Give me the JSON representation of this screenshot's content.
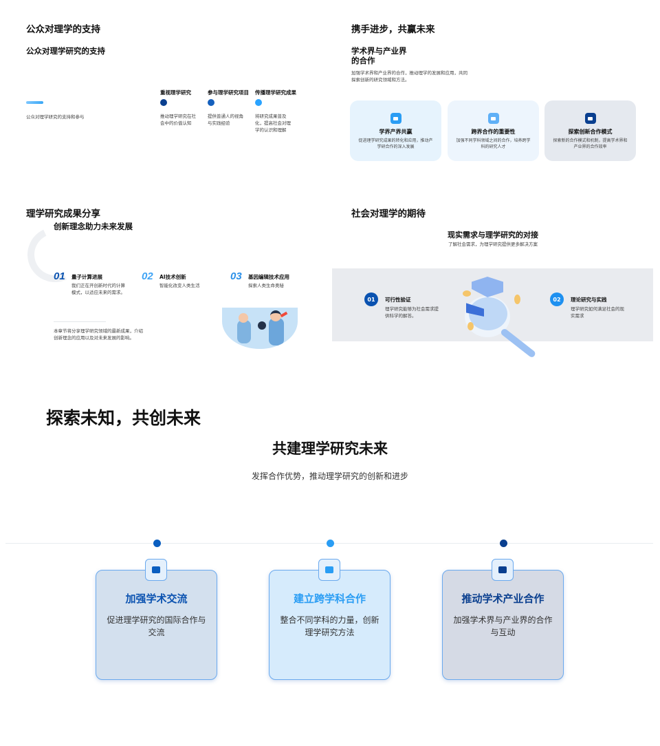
{
  "q1": {
    "title": "公众对理学的支持",
    "subtitle": "公众对理学研究的支持",
    "desc": "公众对理学研究的支持和参与",
    "columns": [
      {
        "title": "重视理学研究",
        "text": "推动理学研究在社会中的价值认知",
        "color": "#0a3f8f"
      },
      {
        "title": "参与理学研究项目",
        "text": "提供普通人的视角与实践经验",
        "color": "#1560bd"
      },
      {
        "title": "传播理学研究成果",
        "text": "将研究成果普及化，提高社会对理学的认识和理解",
        "color": "#2aa3ff"
      }
    ]
  },
  "q2": {
    "title": "携手进步，共赢未来",
    "heading": "学术界与产业界的合作",
    "desc": "加强学术界和产业界的合作，推动理学的发展和应用，共同探索创新的研究领域和方法。",
    "cards": [
      {
        "title": "学界产界共赢",
        "text": "促进理学研究成果的转化和应用，推动产学研合作的深入发展",
        "bg": "#e6f3fd",
        "icon": "chat-icon",
        "icon_color": "#2a9df4"
      },
      {
        "title": "跨界合作的重要性",
        "text": "加强不同学科领域之间的合作，培养跨学科的研究人才",
        "bg": "#edf5fd",
        "icon": "settings-icon",
        "icon_color": "#5fb0f7"
      },
      {
        "title": "探索创新合作模式",
        "text": "探索新的合作模式和机制，提高学术界和产业界的合作效率",
        "bg": "#e5e9ef",
        "icon": "message-icon",
        "icon_color": "#0a3f8f"
      }
    ]
  },
  "q3": {
    "title": "理学研究成果分享",
    "subtitle": "创新理念助力未来发展",
    "items": [
      {
        "num": "01",
        "title": "量子计算进展",
        "text": "我们正在开创新时代的计算模式，以适应未来的需求。",
        "color": "#0a52b0"
      },
      {
        "num": "02",
        "title": "AI技术创新",
        "text": "智能化改变人类生活",
        "color": "#3ea3f5"
      },
      {
        "num": "03",
        "title": "基因编辑技术应用",
        "text": "探索人类生命奥秘",
        "color": "#2a8fe8"
      }
    ],
    "note": "本章节将分享理学研究领域的最新成果，介绍创新理念的应用以及对未来发展的影响。"
  },
  "q4": {
    "title": "社会对理学的期待",
    "heading": "现实需求与理学研究的对接",
    "sub": "了解社会需求，为理学研究提供更多解决方案",
    "items": [
      {
        "num": "01",
        "title": "可行性验证",
        "text": "理学研究能够为社会需求提供科学的解答。",
        "color": "#0a52b0"
      },
      {
        "num": "02",
        "title": "理论研究与实践",
        "text": "理学研究如何满足社会的现实需求",
        "color": "#1e90f0"
      }
    ]
  },
  "bottom": {
    "title": "探索未知，共创未来",
    "heading": "共建理学研究未来",
    "sub": "发挥合作优势，推动理学研究的创新和进步",
    "cards": [
      {
        "title": "加强学术交流",
        "text": "促进理学研究的国际合作与交流",
        "bg": "#d3e0ee",
        "title_color": "#0a52b0",
        "icon": "image-icon",
        "dot": "#0a5ec0"
      },
      {
        "title": "建立跨学科合作",
        "text": "整合不同学科的力量，创新理学研究方法",
        "bg": "#d6ebfc",
        "title_color": "#2a9df4",
        "icon": "sofa-icon",
        "dot": "#2a9df4"
      },
      {
        "title": "推动学术产业合作",
        "text": "加强学术界与产业界的合作与互动",
        "bg": "#d5dae5",
        "title_color": "#0a3f8f",
        "icon": "puzzle-icon",
        "dot": "#0a3f8f"
      }
    ]
  }
}
